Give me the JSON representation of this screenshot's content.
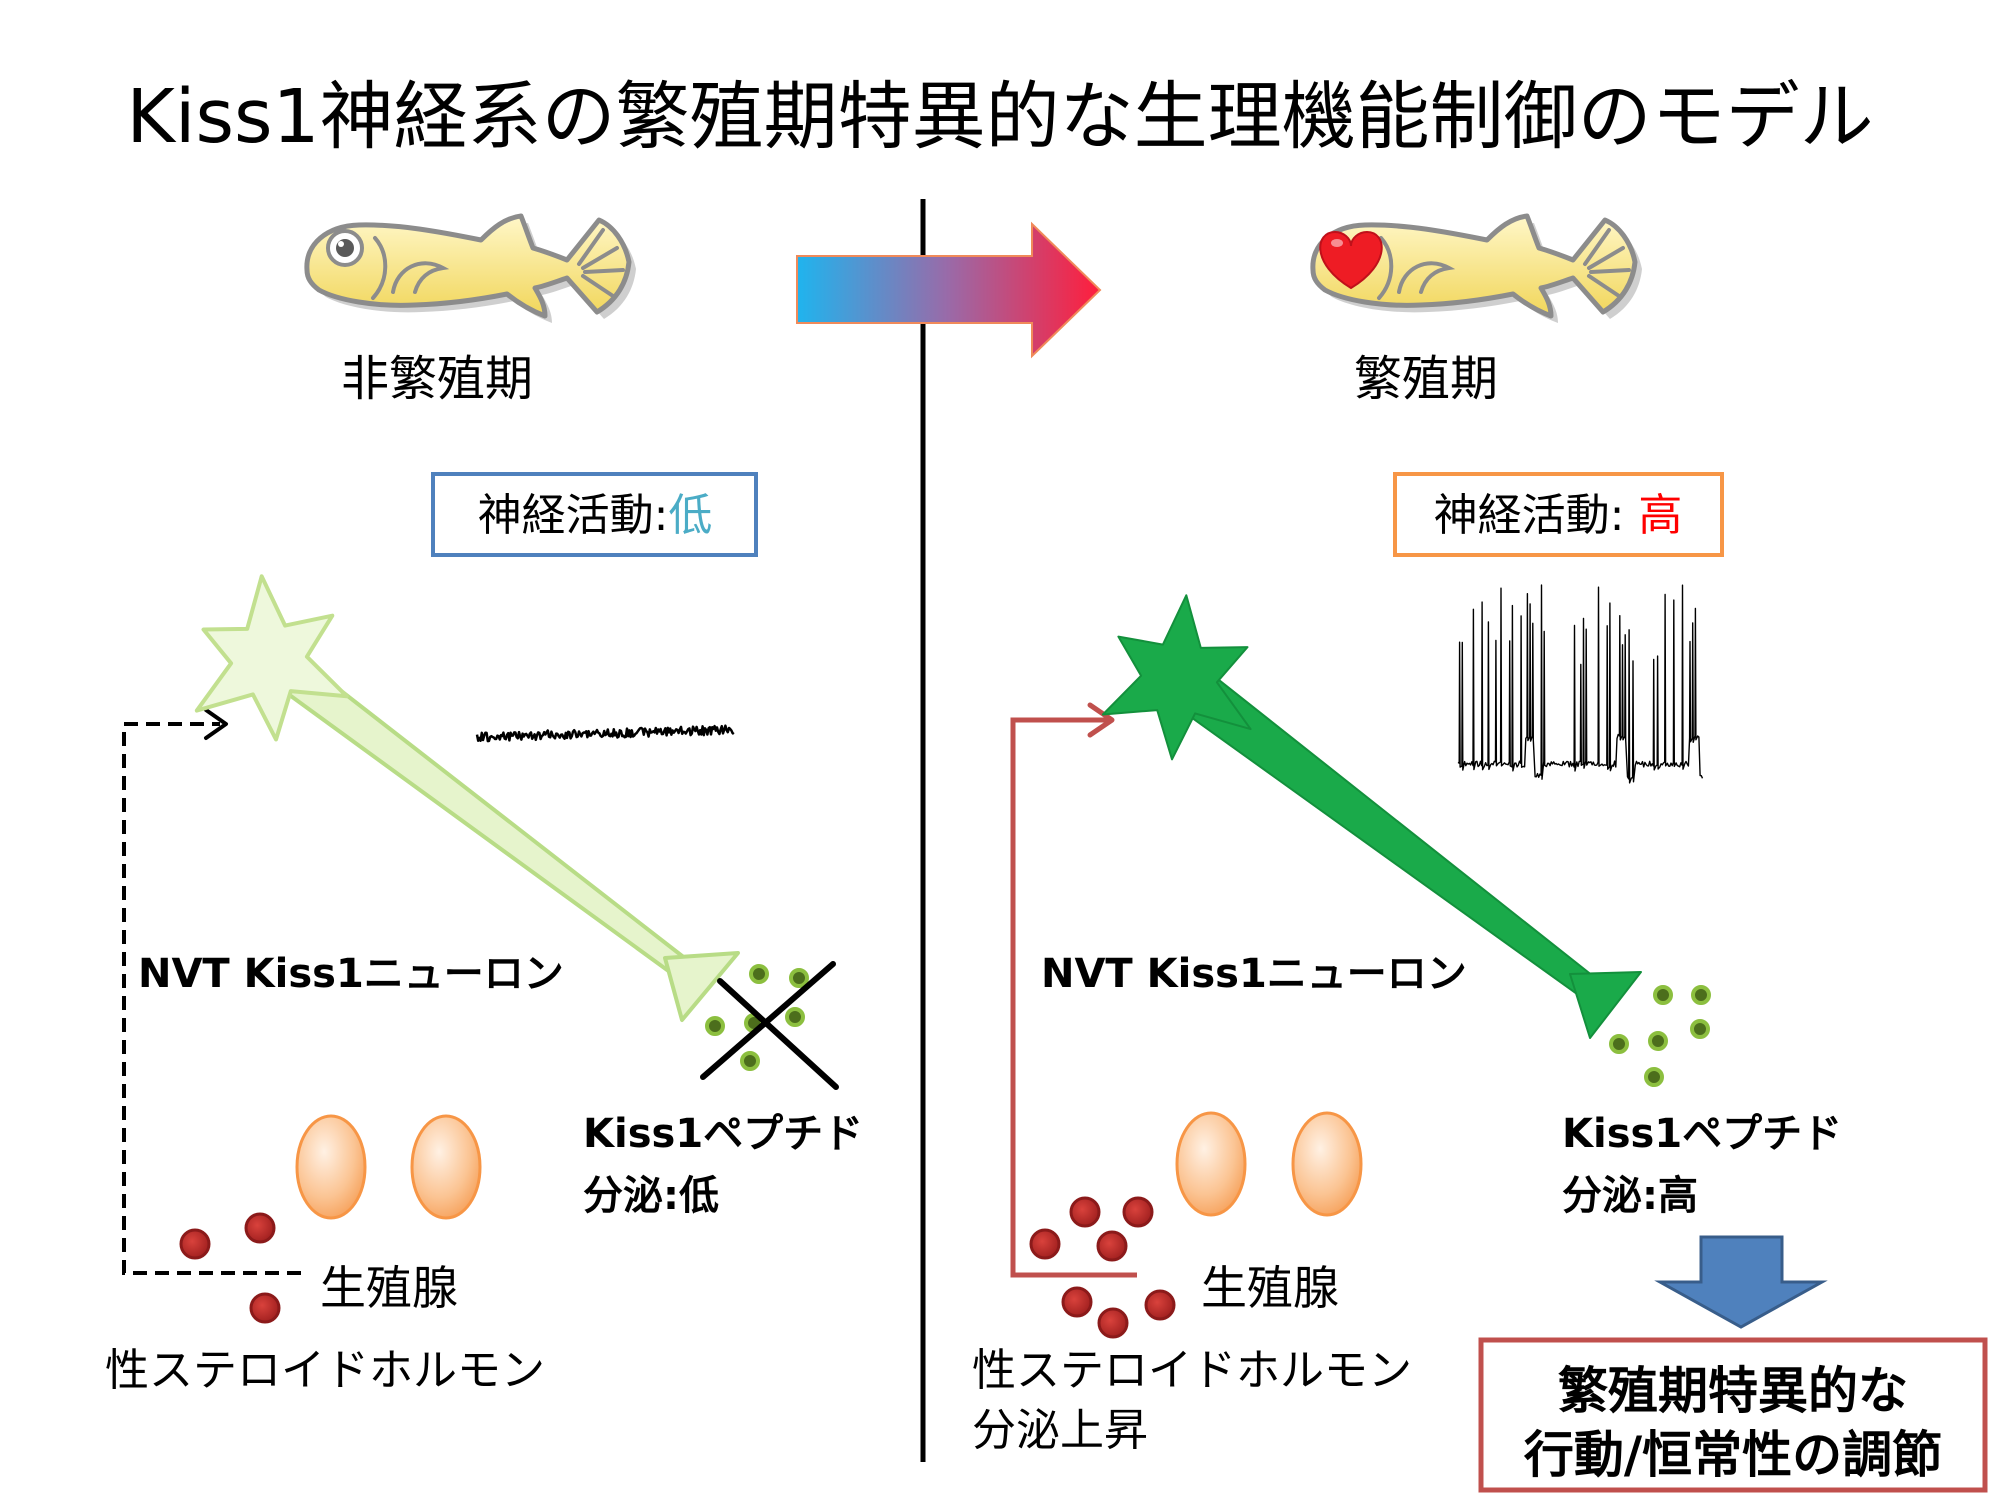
{
  "title": "Kiss1神経系の繁殖期特異的な生理機能制御のモデル",
  "non_breeding": {
    "season_label": "非繁殖期",
    "activity_label": "神経活動:",
    "activity_level": "低",
    "neuron_label": "NVT Kiss1ニューロン",
    "peptide_label": "Kiss1ペプチド",
    "secretion_label": "分泌:低",
    "gonad_label": "生殖腺",
    "hormone_label": "性ステロイドホルモン"
  },
  "breeding": {
    "season_label": "繁殖期",
    "activity_label": "神経活動: ",
    "activity_level": "高",
    "neuron_label": "NVT Kiss1ニューロン",
    "peptide_label": "Kiss1ペプチド",
    "secretion_label": "分泌:高",
    "gonad_label": "生殖腺",
    "hormone_label": "性ステロイドホルモン",
    "hormone_secretion_label": "分泌上昇",
    "outcome": [
      "繁殖期特異的な",
      "行動/恒常性の調節"
    ]
  },
  "colors": {
    "low_activity": "#4bacc6",
    "high_activity": "#ff0000",
    "neuron_label": "#00b050",
    "peptide_low": "#00b0f0",
    "peptide_high": "#ff0000",
    "hormone_secretion": "#ff0000",
    "low_box_border": "#4f81bd",
    "high_box_border": "#f79646",
    "outcome_box_border": "#c0504d",
    "feedback_arrow": "#c0504d",
    "transition_arrow_start": "#1fb4ee",
    "transition_arrow_end": "#ff1e3c",
    "down_arrow": "#4f81bd"
  }
}
